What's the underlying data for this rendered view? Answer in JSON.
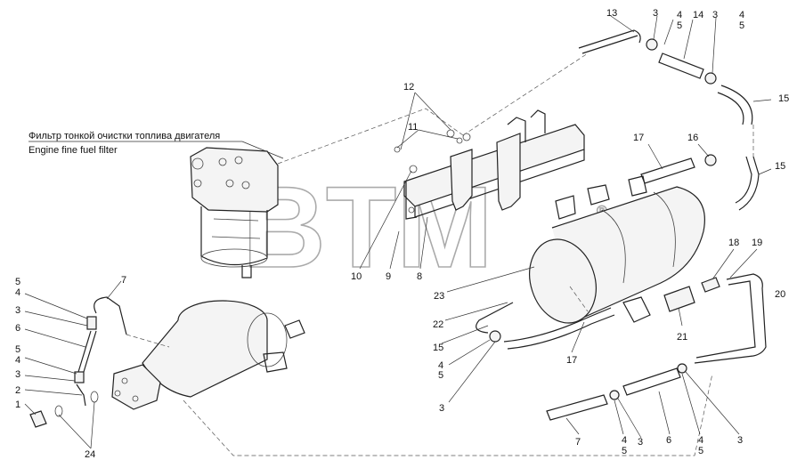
{
  "caption": {
    "ru": "Фильтр тонкой очистки топлива двигателя",
    "en": "Engine fine fuel filter"
  },
  "watermark": {
    "text": "BTM",
    "registered": "®"
  },
  "callouts": [
    {
      "id": "c13",
      "text": "13"
    },
    {
      "id": "c3a",
      "text": "3"
    },
    {
      "id": "c4a",
      "text": "4"
    },
    {
      "id": "c5a",
      "text": "5"
    },
    {
      "id": "c14",
      "text": "14"
    },
    {
      "id": "c3b",
      "text": "3"
    },
    {
      "id": "c4b",
      "text": "4"
    },
    {
      "id": "c5b",
      "text": "5"
    },
    {
      "id": "c15a",
      "text": "15"
    },
    {
      "id": "c15b",
      "text": "15"
    },
    {
      "id": "c12",
      "text": "12"
    },
    {
      "id": "c11",
      "text": "11"
    },
    {
      "id": "c17a",
      "text": "17"
    },
    {
      "id": "c16",
      "text": "16"
    },
    {
      "id": "c10",
      "text": "10"
    },
    {
      "id": "c9",
      "text": "9"
    },
    {
      "id": "c8",
      "text": "8"
    },
    {
      "id": "c18",
      "text": "18"
    },
    {
      "id": "c19",
      "text": "19"
    },
    {
      "id": "c20",
      "text": "20"
    },
    {
      "id": "c23",
      "text": "23"
    },
    {
      "id": "c22",
      "text": "22"
    },
    {
      "id": "c21",
      "text": "21"
    },
    {
      "id": "c15c",
      "text": "15"
    },
    {
      "id": "c4c",
      "text": "4"
    },
    {
      "id": "c5c",
      "text": "5"
    },
    {
      "id": "c17b",
      "text": "17"
    },
    {
      "id": "c3c",
      "text": "3"
    },
    {
      "id": "c7a",
      "text": "7"
    },
    {
      "id": "c5d",
      "text": "5"
    },
    {
      "id": "c4d",
      "text": "4"
    },
    {
      "id": "c3d",
      "text": "3"
    },
    {
      "id": "c6a",
      "text": "6"
    },
    {
      "id": "c5e",
      "text": "5"
    },
    {
      "id": "c4e",
      "text": "4"
    },
    {
      "id": "c3e",
      "text": "3"
    },
    {
      "id": "c2",
      "text": "2"
    },
    {
      "id": "c1",
      "text": "1"
    },
    {
      "id": "c24",
      "text": "24"
    },
    {
      "id": "c7b",
      "text": "7"
    },
    {
      "id": "c4f",
      "text": "4"
    },
    {
      "id": "c5f",
      "text": "5"
    },
    {
      "id": "c3f",
      "text": "3"
    },
    {
      "id": "c6b",
      "text": "6"
    },
    {
      "id": "c4g",
      "text": "4"
    },
    {
      "id": "c5g",
      "text": "5"
    },
    {
      "id": "c3g",
      "text": "3"
    }
  ]
}
